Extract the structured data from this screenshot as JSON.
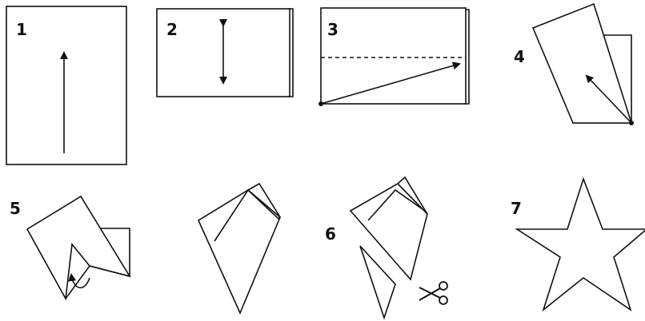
{
  "steps": [
    {
      "number": "1"
    },
    {
      "number": "2"
    },
    {
      "number": "3"
    },
    {
      "number": "4"
    },
    {
      "number": "5"
    },
    {
      "number": "6"
    },
    {
      "number": "7"
    }
  ],
  "colors": {
    "ink": "#111111",
    "paper": "#ffffff"
  },
  "icons": [
    "arrow-icon",
    "double-arrow-icon",
    "curved-arrow-icon",
    "scissors-icon",
    "star-icon"
  ]
}
